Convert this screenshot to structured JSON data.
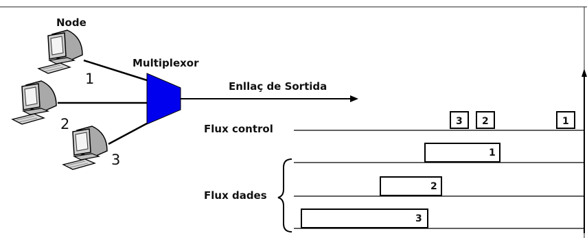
{
  "labels": {
    "node": "Node",
    "multiplexor": "Multiplexor",
    "output_link": "Enllaç de Sortida",
    "control_flow": "Flux control",
    "data_flows": "Flux dades"
  },
  "nodes": [
    {
      "number": "1",
      "icon": "computer-icon"
    },
    {
      "number": "2",
      "icon": "computer-icon"
    },
    {
      "number": "3",
      "icon": "computer-icon"
    }
  ],
  "control_packets": [
    "3",
    "2",
    "1"
  ],
  "data_packets": [
    "1",
    "2",
    "3"
  ],
  "colors": {
    "multiplexor": "#0000ee",
    "computer_body": "#c0c0c0",
    "screen": "#f4f4f4",
    "line": "#000000"
  }
}
